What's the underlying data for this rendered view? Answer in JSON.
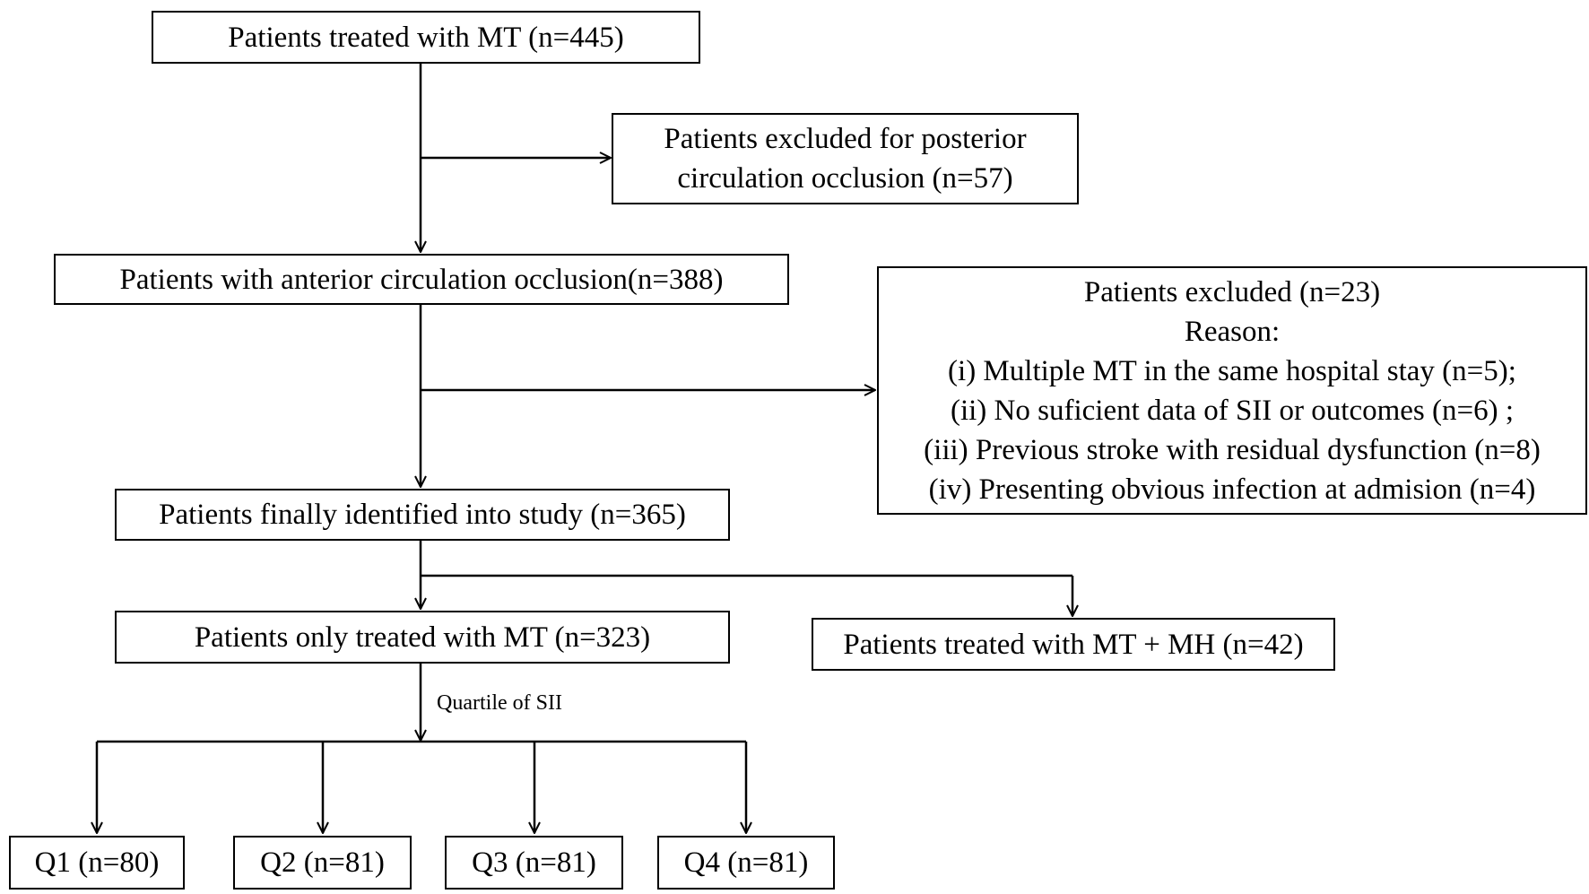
{
  "flowchart": {
    "initial": "Patients treated with MT (n=445)",
    "excluded_posterior": [
      "Patients excluded for posterior",
      "circulation occlusion (n=57)"
    ],
    "anterior": "Patients with anterior circulation occlusion(n=388)",
    "excluded_detail": {
      "title": "Patients excluded (n=23)",
      "reason_label": "Reason:",
      "reasons": [
        "(i) Multiple MT in the same hospital stay (n=5);",
        "(ii) No suficient data of SII or outcomes (n=6) ;",
        "(iii) Previous stroke with residual dysfunction (n=8)",
        "(iv) Presenting obvious infection at admision (n=4)"
      ]
    },
    "final": "Patients finally identified into study (n=365)",
    "mt_only": "Patients only treated with MT (n=323)",
    "mt_mh": "Patients treated with MT + MH (n=42)",
    "split_label": "Quartile of SII",
    "quartiles": [
      "Q1 (n=80)",
      "Q2 (n=81)",
      "Q3 (n=81)",
      "Q4 (n=81)"
    ]
  }
}
